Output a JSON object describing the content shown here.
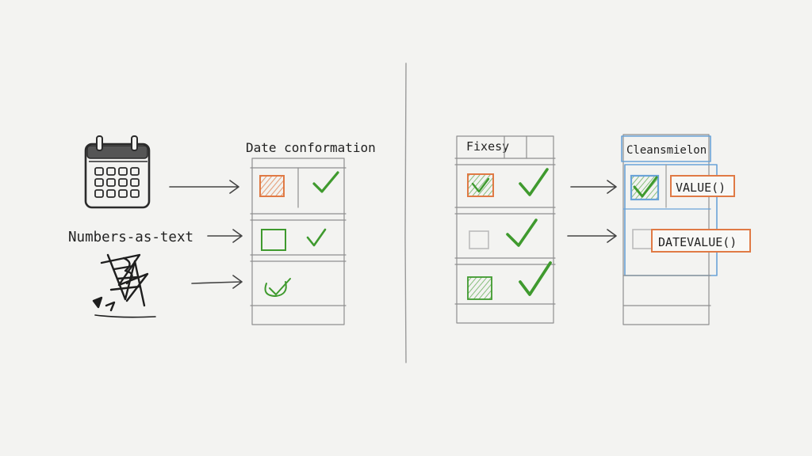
{
  "colors": {
    "background": "#f3f3f1",
    "pencil": "#2b2b2b",
    "grid": "#8f8f8f",
    "orange": "#e07a45",
    "green": "#3f9a2e",
    "blue": "#6aa3d8"
  },
  "left_panel": {
    "input_labels": {
      "numbers_as_text": "Numbers-as-text"
    },
    "icons": [
      "calendar-icon",
      "scribble-icon"
    ],
    "table_title": "Date conformation"
  },
  "right_panel": {
    "table1_title": "Fixesy",
    "table2_title": "Cleansmielon",
    "functions": {
      "value": "VALUE()",
      "datevalue": "DATEVALUE()"
    }
  }
}
